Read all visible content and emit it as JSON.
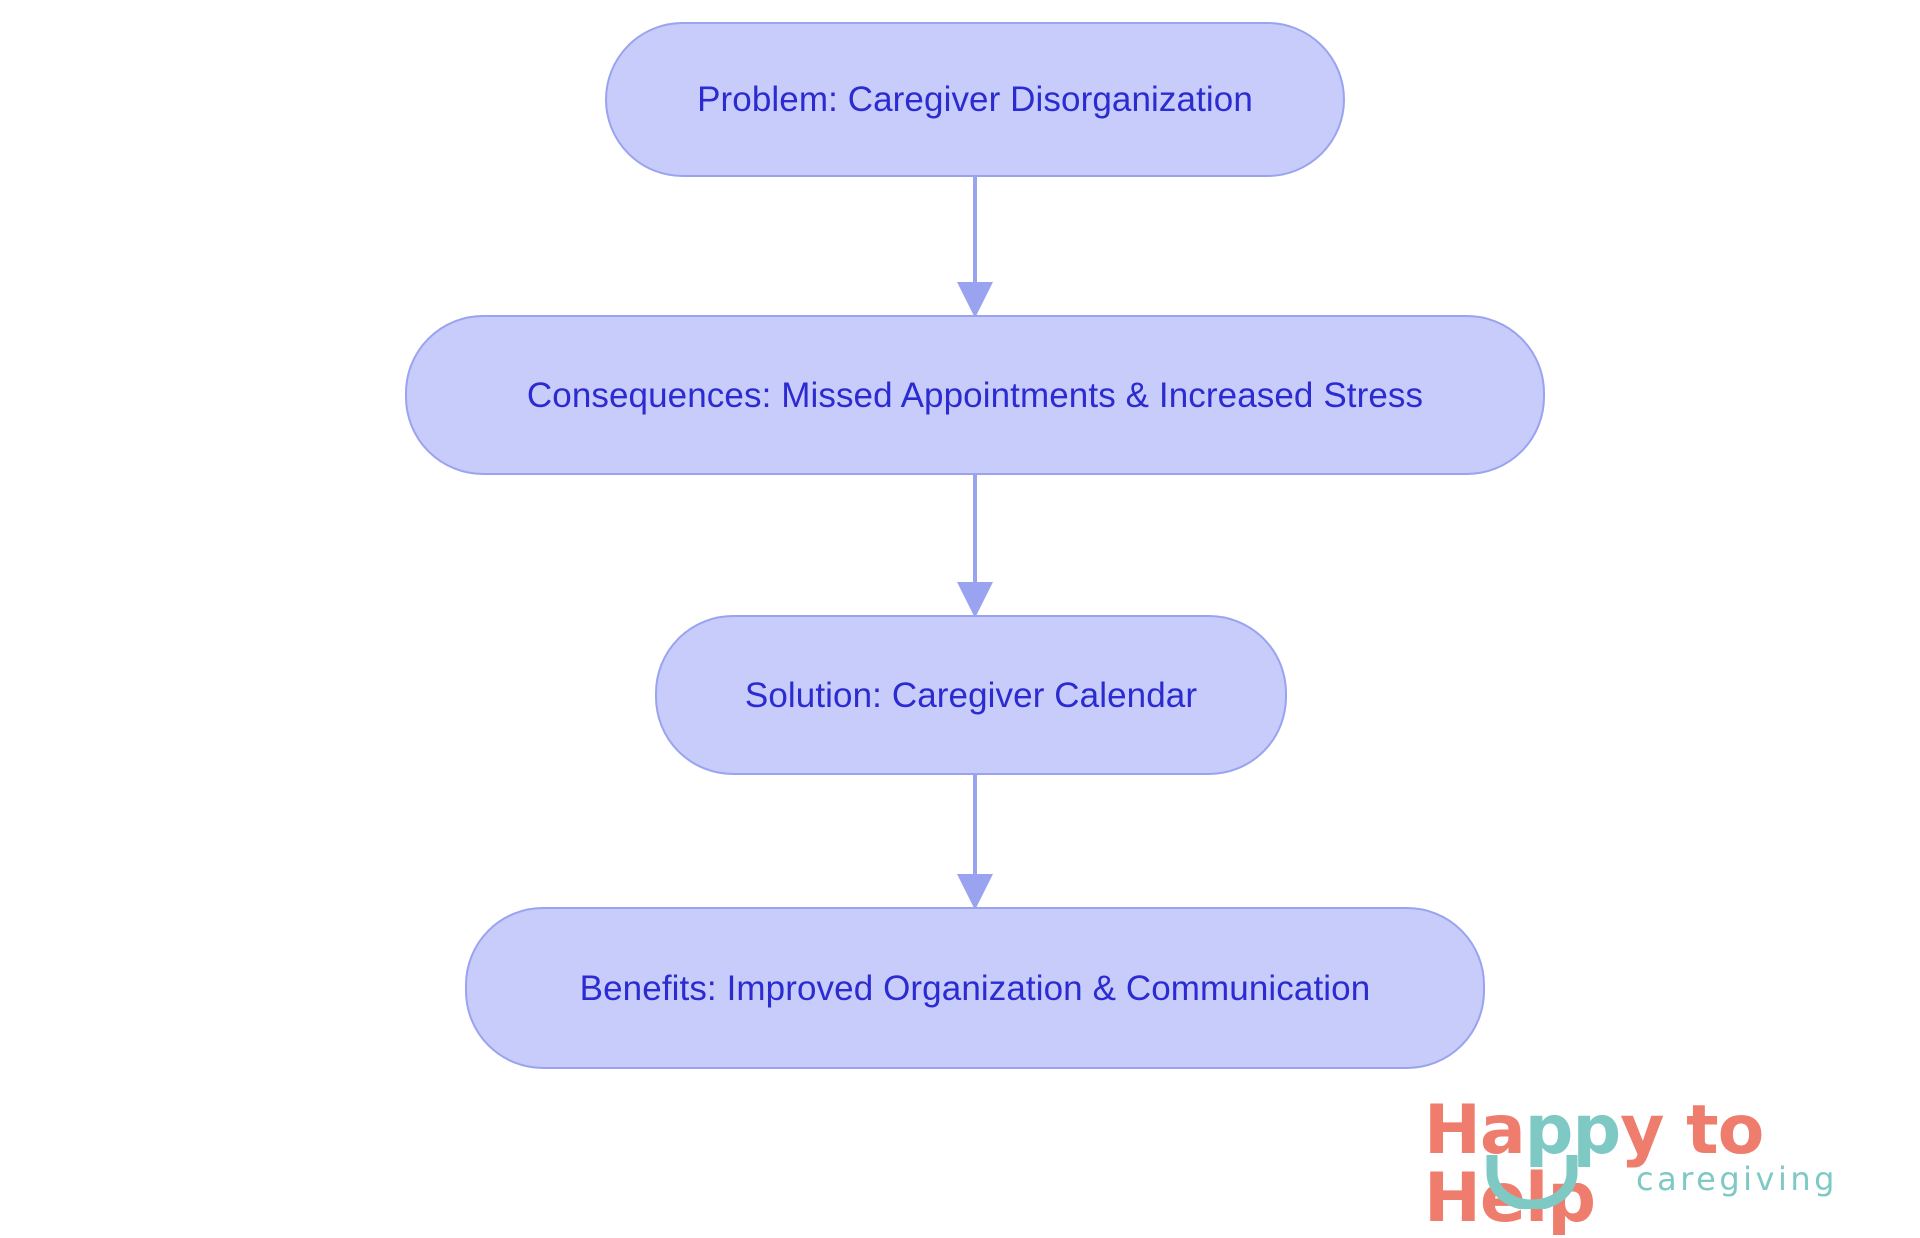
{
  "diagram": {
    "type": "flowchart",
    "orientation": "top-to-bottom",
    "node_fill": "#c7ccfa",
    "node_border": "#9aa3ef",
    "node_text_color": "#2b2bd1",
    "arrow_color": "#9aa3ef",
    "background": "#ffffff",
    "nodes": [
      {
        "id": "problem",
        "label": "Problem: Caregiver Disorganization"
      },
      {
        "id": "consequences",
        "label": "Consequences: Missed Appointments & Increased Stress"
      },
      {
        "id": "solution",
        "label": "Solution: Caregiver Calendar"
      },
      {
        "id": "benefits",
        "label": "Benefits: Improved Organization & Communication"
      }
    ],
    "edges": [
      {
        "from": "problem",
        "to": "consequences",
        "label": ""
      },
      {
        "from": "consequences",
        "to": "solution",
        "label": ""
      },
      {
        "from": "solution",
        "to": "benefits",
        "label": ""
      }
    ]
  },
  "logo": {
    "word_happy_part1": "Ha",
    "word_happy_part2": "pp",
    "word_happy_part3": "y",
    "word_to": " to ",
    "word_help": "Help",
    "tagline": "caregiving",
    "coral": "#ef7d6d",
    "teal": "#7ec9c4"
  }
}
